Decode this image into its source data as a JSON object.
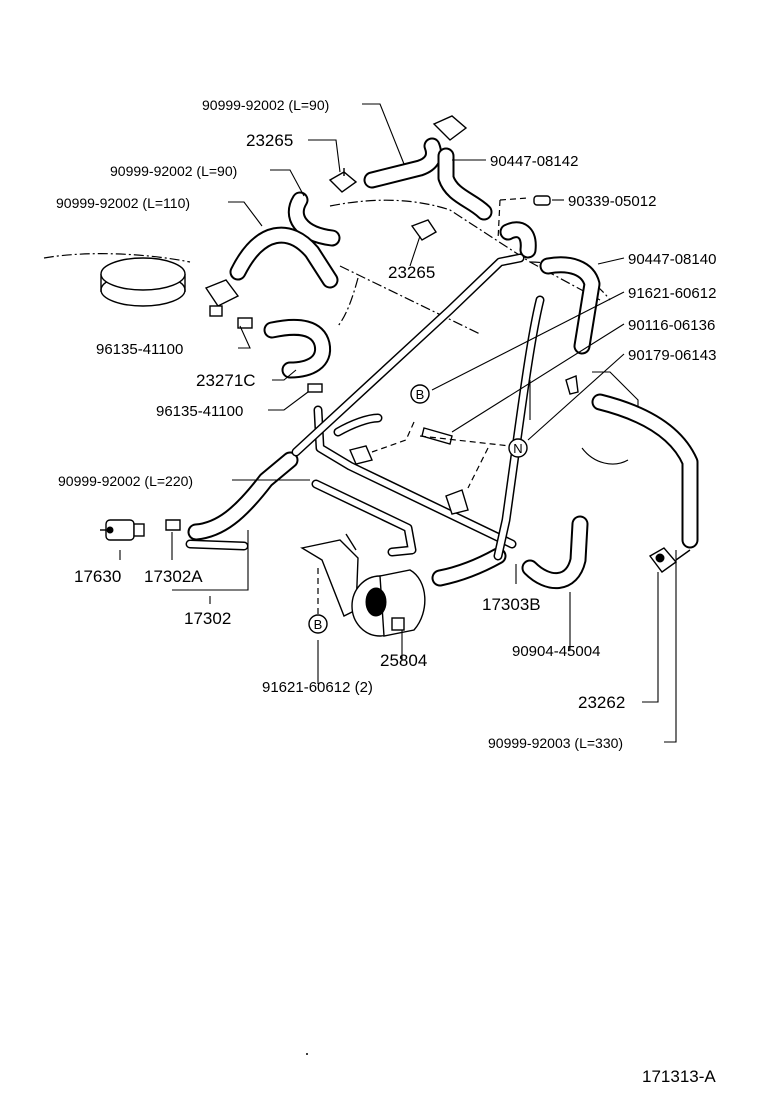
{
  "labels": {
    "hose_top_l90": "90999-92002 (L=90)",
    "valve_23265_top": "23265",
    "hose_l90_b": "90999-92002 (L=90)",
    "hose_l110": "90999-92002 (L=110)",
    "clip_96135_a": "96135-41100",
    "pipe_23271c": "23271C",
    "clip_96135_b": "96135-41100",
    "hose_l220": "90999-92002 (L=220)",
    "vsv_17630": "17630",
    "clamp_17302a": "17302A",
    "pipe_17302": "17302",
    "clip_90447_08142": "90447-08142",
    "plug_90339": "90339-05012",
    "valve_23265_mid": "23265",
    "clip_90447_08140": "90447-08140",
    "bolt_91621": "91621-60612",
    "stud_90116": "90116-06136",
    "nut_90179": "90179-06143",
    "pipe_17303b": "17303B",
    "hose_90904": "90904-45004",
    "valve_23262": "23262",
    "hose_l330": "90999-92003 (L=330)",
    "canister_25804": "25804",
    "bolt_91621_2": "91621-60612 (2)",
    "callout_b_1": "B",
    "callout_b_2": "B",
    "callout_n": "N",
    "figure_id": "171313-A"
  }
}
